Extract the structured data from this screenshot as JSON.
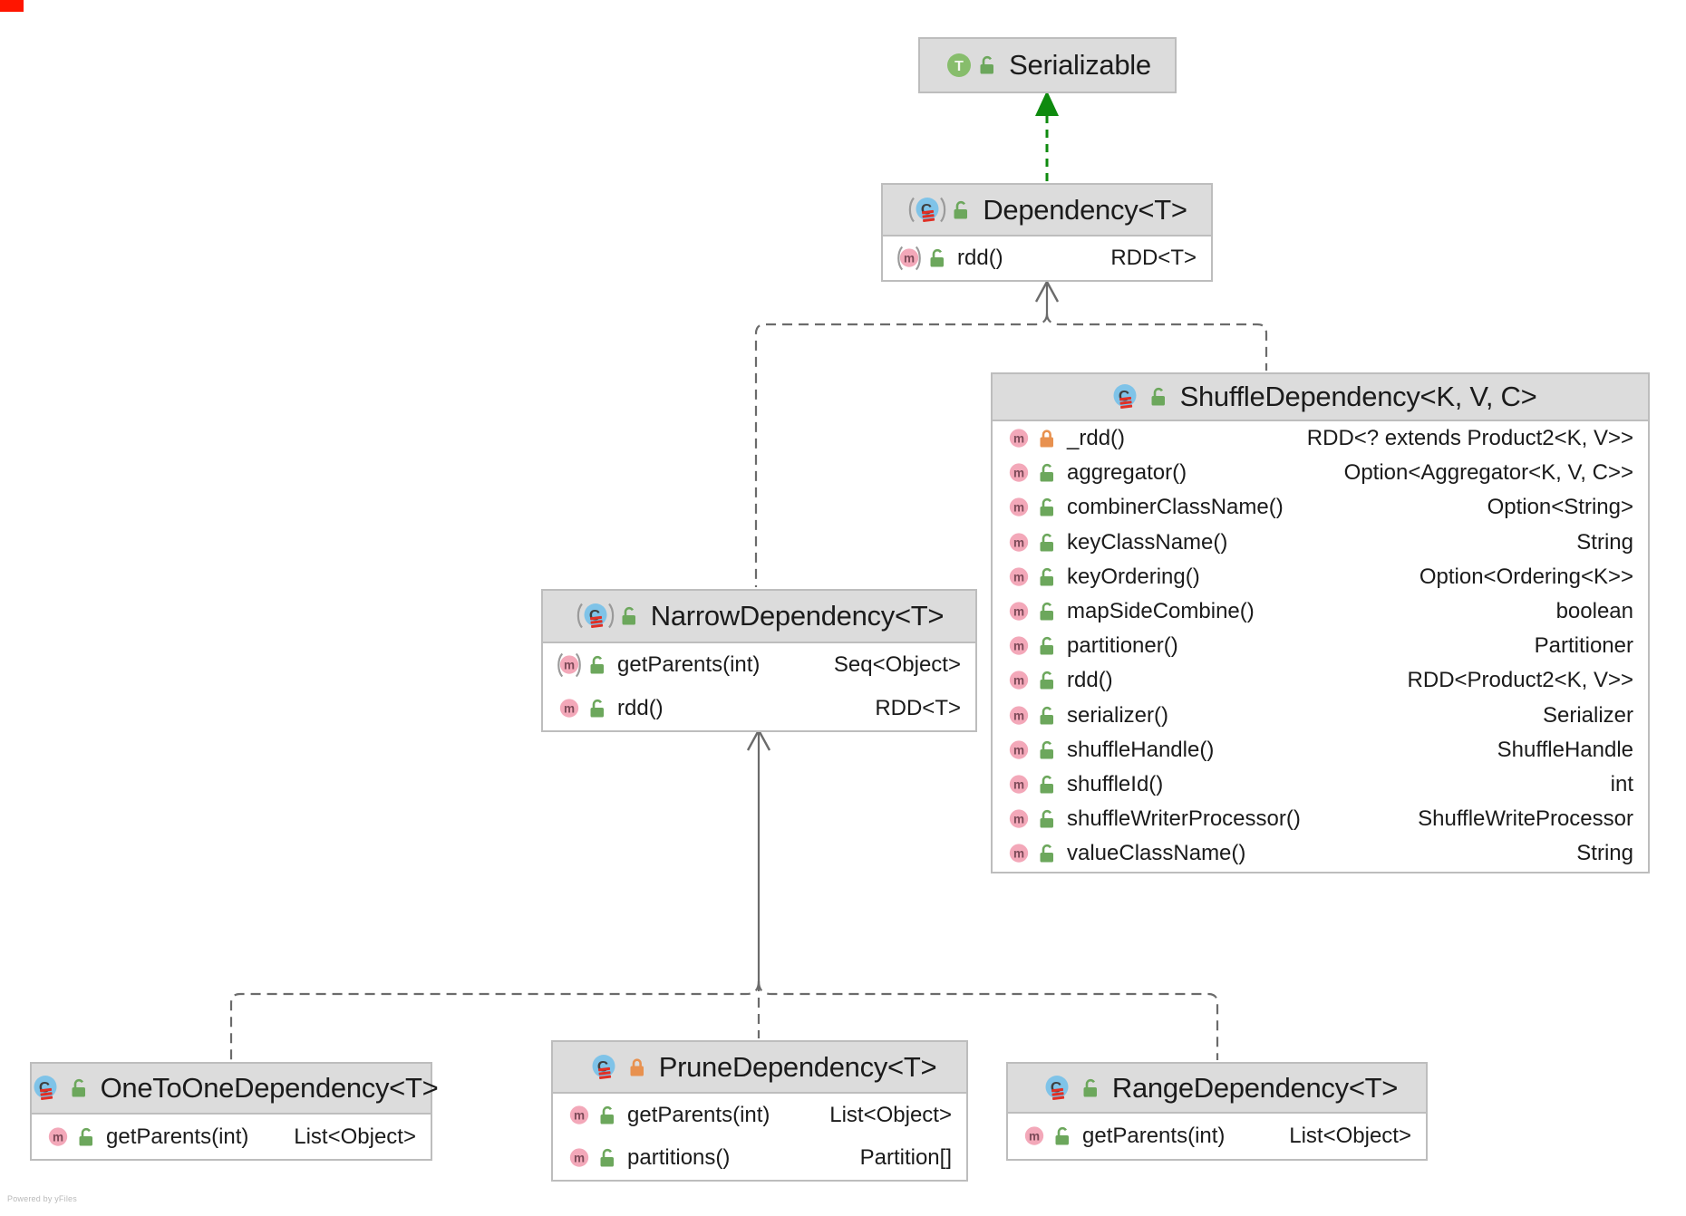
{
  "diagram": {
    "watermark": "Powered by yFiles",
    "colors": {
      "header_bg": "#dcdcdc",
      "box_border": "#bdbdbd",
      "edge_gray": "#6b6b6b",
      "edge_green": "#0e8a0e",
      "class_icon_blue": "#7fc3e8",
      "trait_icon_green": "#87bd6c",
      "method_icon_pink": "#f3a8b9",
      "lock_green": "#6ca75c",
      "lock_orange": "#e8914f",
      "icon_red": "#e12f24",
      "paren_gray": "#9a9a9a",
      "text": "#1b1b1b"
    },
    "classes": [
      {
        "id": "serializable",
        "title": "Serializable",
        "kind": "trait",
        "abstract": false,
        "visibility": "public",
        "methods": []
      },
      {
        "id": "dependency",
        "title": "Dependency<T>",
        "kind": "class",
        "abstract": true,
        "visibility": "public",
        "methods": [
          {
            "name": "rdd()",
            "type": "RDD<T>",
            "abstract": true,
            "visibility": "public"
          }
        ]
      },
      {
        "id": "shuffle",
        "title": "ShuffleDependency<K, V, C>",
        "kind": "class",
        "abstract": false,
        "visibility": "public",
        "methods": [
          {
            "name": "_rdd()",
            "type": "RDD<? extends Product2<K, V>>",
            "abstract": false,
            "visibility": "private"
          },
          {
            "name": "aggregator()",
            "type": "Option<Aggregator<K, V, C>>",
            "abstract": false,
            "visibility": "public"
          },
          {
            "name": "combinerClassName()",
            "type": "Option<String>",
            "abstract": false,
            "visibility": "public"
          },
          {
            "name": "keyClassName()",
            "type": "String",
            "abstract": false,
            "visibility": "public"
          },
          {
            "name": "keyOrdering()",
            "type": "Option<Ordering<K>>",
            "abstract": false,
            "visibility": "public"
          },
          {
            "name": "mapSideCombine()",
            "type": "boolean",
            "abstract": false,
            "visibility": "public"
          },
          {
            "name": "partitioner()",
            "type": "Partitioner",
            "abstract": false,
            "visibility": "public"
          },
          {
            "name": "rdd()",
            "type": "RDD<Product2<K, V>>",
            "abstract": false,
            "visibility": "public"
          },
          {
            "name": "serializer()",
            "type": "Serializer",
            "abstract": false,
            "visibility": "public"
          },
          {
            "name": "shuffleHandle()",
            "type": "ShuffleHandle",
            "abstract": false,
            "visibility": "public"
          },
          {
            "name": "shuffleId()",
            "type": "int",
            "abstract": false,
            "visibility": "public"
          },
          {
            "name": "shuffleWriterProcessor()",
            "type": "ShuffleWriteProcessor",
            "abstract": false,
            "visibility": "public"
          },
          {
            "name": "valueClassName()",
            "type": "String",
            "abstract": false,
            "visibility": "public"
          }
        ]
      },
      {
        "id": "narrow",
        "title": "NarrowDependency<T>",
        "kind": "class",
        "abstract": true,
        "visibility": "public",
        "methods": [
          {
            "name": "getParents(int)",
            "type": "Seq<Object>",
            "abstract": true,
            "visibility": "public"
          },
          {
            "name": "rdd()",
            "type": "RDD<T>",
            "abstract": false,
            "visibility": "public"
          }
        ]
      },
      {
        "id": "onetoone",
        "title": "OneToOneDependency<T>",
        "kind": "class",
        "abstract": false,
        "visibility": "public",
        "methods": [
          {
            "name": "getParents(int)",
            "type": "List<Object>",
            "abstract": false,
            "visibility": "public"
          }
        ]
      },
      {
        "id": "prune",
        "title": "PruneDependency<T>",
        "kind": "class",
        "abstract": false,
        "visibility": "private",
        "methods": [
          {
            "name": "getParents(int)",
            "type": "List<Object>",
            "abstract": false,
            "visibility": "public"
          },
          {
            "name": "partitions()",
            "type": "Partition[]",
            "abstract": false,
            "visibility": "public"
          }
        ]
      },
      {
        "id": "range",
        "title": "RangeDependency<T>",
        "kind": "class",
        "abstract": false,
        "visibility": "public",
        "methods": [
          {
            "name": "getParents(int)",
            "type": "List<Object>",
            "abstract": false,
            "visibility": "public"
          }
        ]
      }
    ],
    "edges": [
      {
        "from": "Dependency<T>",
        "to": "Serializable",
        "relation": "implements"
      },
      {
        "from": "NarrowDependency<T>",
        "to": "Dependency<T>",
        "relation": "extends"
      },
      {
        "from": "ShuffleDependency<K, V, C>",
        "to": "Dependency<T>",
        "relation": "extends"
      },
      {
        "from": "OneToOneDependency<T>",
        "to": "NarrowDependency<T>",
        "relation": "extends"
      },
      {
        "from": "PruneDependency<T>",
        "to": "NarrowDependency<T>",
        "relation": "extends"
      },
      {
        "from": "RangeDependency<T>",
        "to": "NarrowDependency<T>",
        "relation": "extends"
      }
    ]
  }
}
